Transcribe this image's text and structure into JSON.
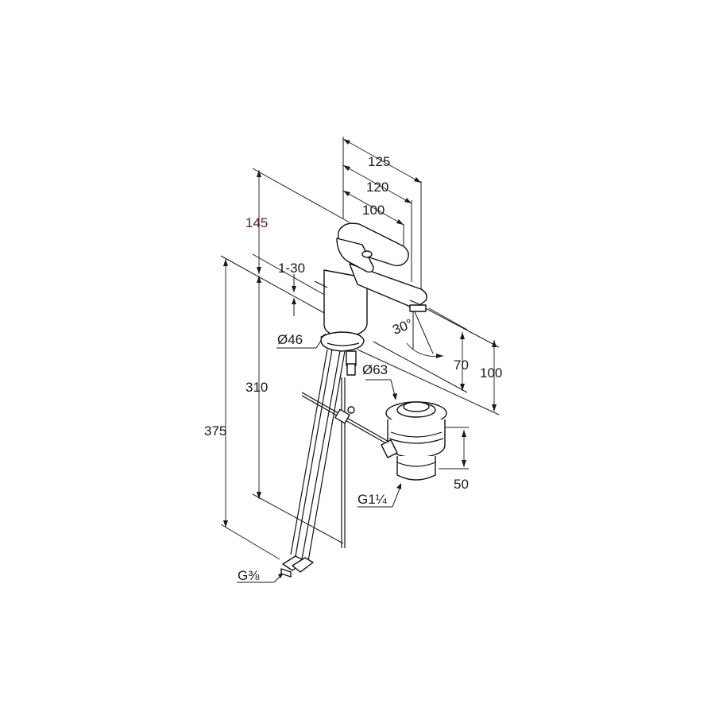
{
  "dimensions": {
    "d125": "125",
    "d120": "120",
    "d100_top": "100",
    "d145": "145",
    "d1_30": "1-30",
    "dia46": "Ø46",
    "angle30": "30°",
    "d70": "70",
    "d100_right": "100",
    "dia63": "Ø63",
    "d310": "310",
    "d375": "375",
    "d50": "50",
    "thread_g114": "G1¼",
    "thread_g38": "G⅜"
  },
  "colors": {
    "line": "#1a1a1a",
    "accent_145": "#5a1e1e"
  }
}
